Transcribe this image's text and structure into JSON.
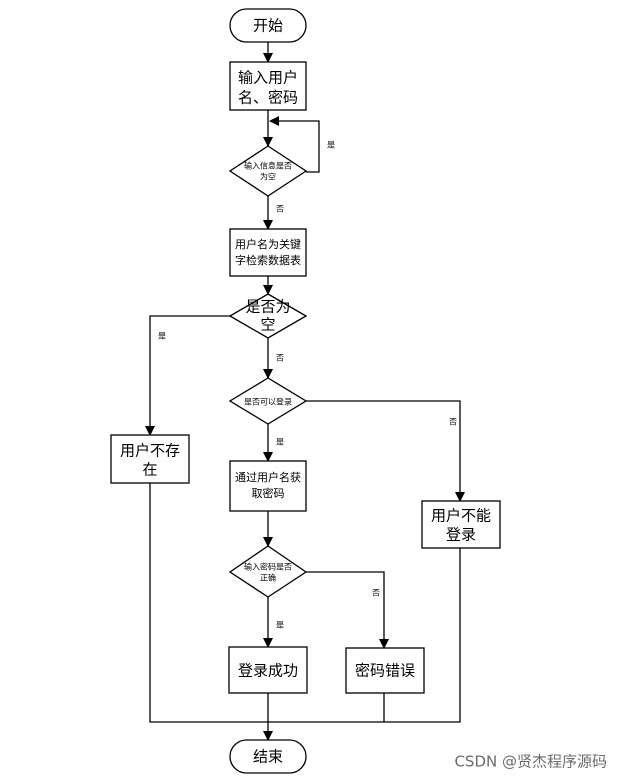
{
  "flowchart": {
    "start": "开始",
    "input": [
      "输入用户",
      "名、密码"
    ],
    "check_empty_input": [
      "输入信息是否",
      "为空"
    ],
    "search": [
      "用户名为关键",
      "字检索数据表"
    ],
    "check_empty_result": [
      "是否为",
      "空"
    ],
    "user_not_exist": [
      "用户不存",
      "在"
    ],
    "check_can_login": "是否可以登录",
    "get_password": [
      "通过用户名获",
      "取密码"
    ],
    "cannot_login": [
      "用户不能",
      "登录"
    ],
    "check_password": [
      "输入密码是否",
      "正确"
    ],
    "login_success": "登录成功",
    "password_error": "密码错误",
    "end": "结束"
  },
  "labels": {
    "yes": "是",
    "no": "否"
  },
  "watermark": "CSDN @贤杰程序源码"
}
